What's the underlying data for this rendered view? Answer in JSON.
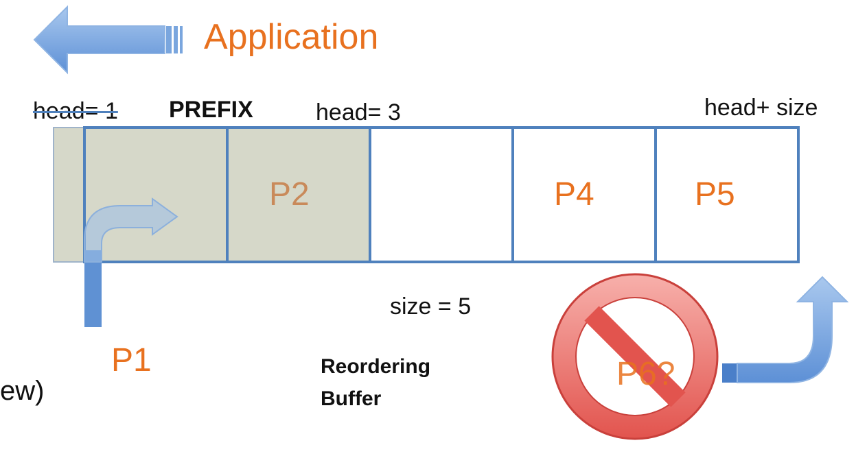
{
  "header": {
    "title": "Application"
  },
  "labels": {
    "head_old": "head= 1",
    "prefix": "PREFIX",
    "head_new": "head= 3",
    "head_plus_size": "head+ size",
    "size": "size = 5",
    "buffer_line1": "Reordering",
    "buffer_line2": "Buffer",
    "partial_left": "ew)"
  },
  "packets": {
    "p1": "P1",
    "p2": "P2",
    "p4": "P4",
    "p5": "P5",
    "p6": "P6?"
  },
  "colors": {
    "accent_orange": "#e8711f",
    "buffer_blue": "#4f81bd",
    "arrow_blue": "#6fa2dc",
    "prefix_fill": "#d6d8c9",
    "forbidden_red": "#e05a55"
  }
}
